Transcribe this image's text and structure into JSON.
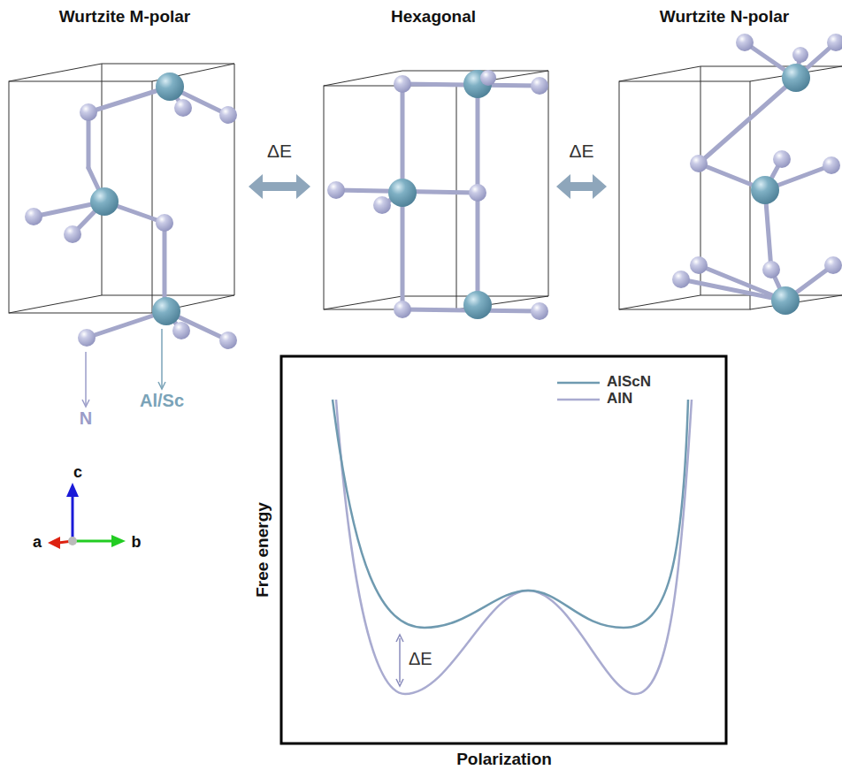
{
  "diagram": {
    "nodes": [
      {
        "text": [
          "Wurtzite M-polar"
        ]
      },
      {
        "text": [
          "Hexagonal"
        ]
      },
      {
        "text": [
          "Wurtzite N-polar"
        ]
      }
    ],
    "edges": [
      {
        "from": 0,
        "to": 1,
        "arrow": "both",
        "label": "ΔE"
      },
      {
        "from": 1,
        "to": 2,
        "arrow": "both",
        "label": "ΔE"
      }
    ],
    "labels": [
      "N",
      "Al/Sc",
      "c",
      "a",
      "b",
      "Free energy",
      "Polarization",
      "ΔE"
    ],
    "legend": [
      {
        "text": "AlScN"
      },
      {
        "text": "AlN"
      }
    ]
  }
}
